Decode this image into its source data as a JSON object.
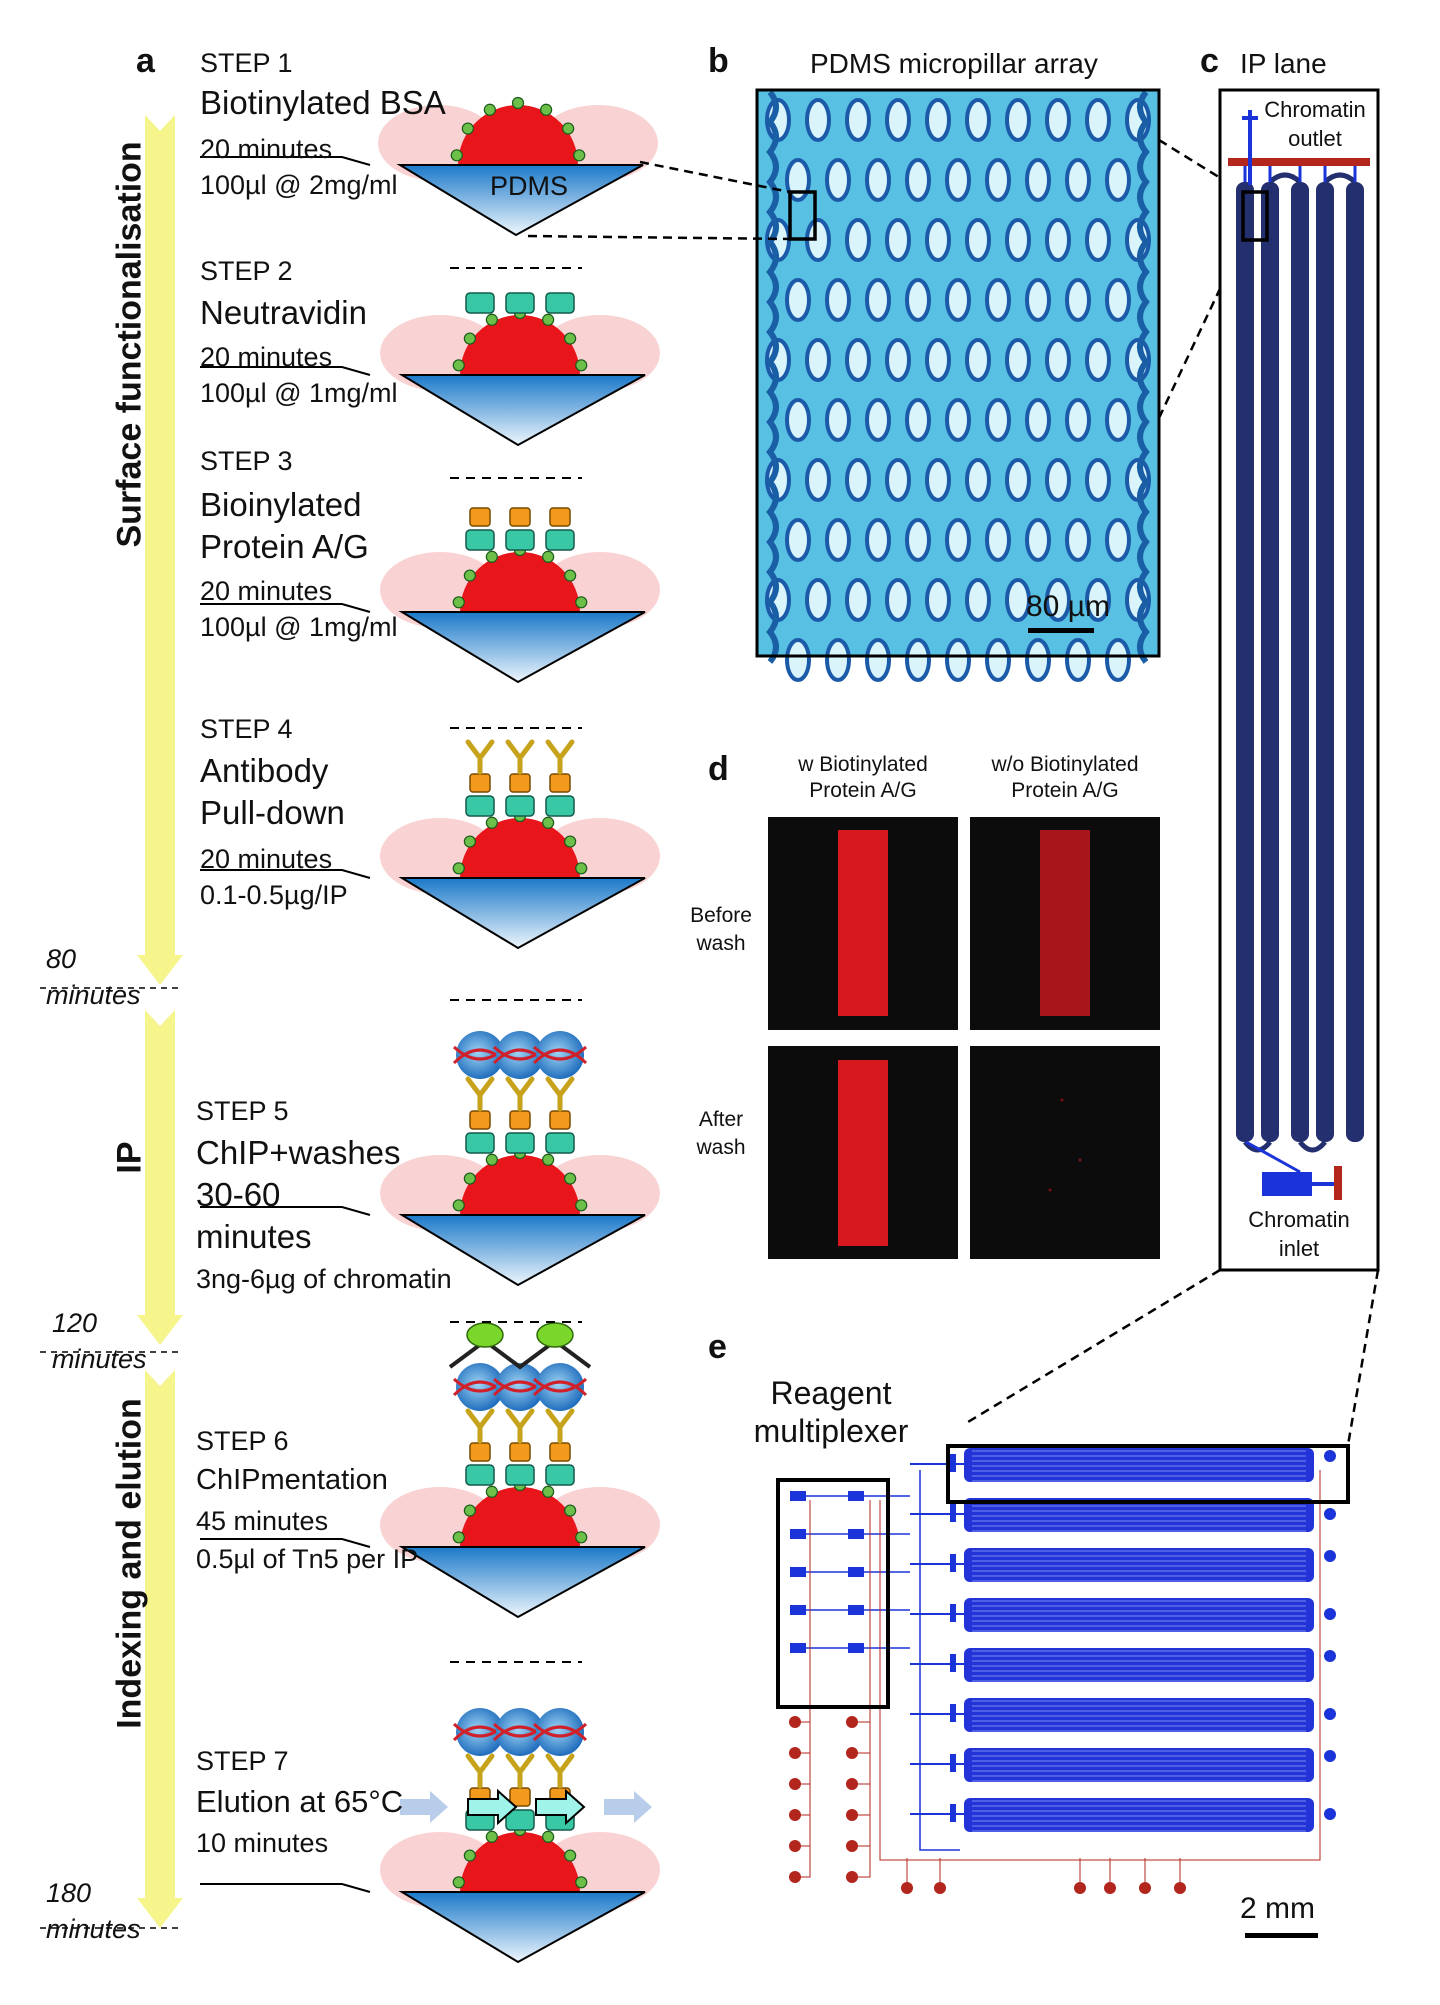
{
  "panels": {
    "a": "a",
    "b": "b",
    "c": "c",
    "d": "d",
    "e": "e"
  },
  "timeline": {
    "phases": [
      "Surface functionalisation",
      "IP",
      "Indexing and elution"
    ],
    "markers": [
      {
        "value": "80",
        "unit": "minutes"
      },
      {
        "value": "120",
        "unit": "minutes"
      },
      {
        "value": "180",
        "unit": "minutes"
      }
    ]
  },
  "steps": [
    {
      "step": "STEP 1",
      "title": [
        "Biotinylated BSA"
      ],
      "details": [
        "20 minutes",
        "100µl @ 2mg/ml"
      ],
      "substrate": "PDMS"
    },
    {
      "step": "STEP 2",
      "title": [
        "Neutravidin"
      ],
      "details": [
        "20 minutes",
        "100µl @ 1mg/ml"
      ]
    },
    {
      "step": "STEP 3",
      "title": [
        "Bioinylated",
        "Protein A/G"
      ],
      "details": [
        "20 minutes",
        "100µl @ 1mg/ml"
      ]
    },
    {
      "step": "STEP 4",
      "title": [
        "Antibody",
        "Pull-down"
      ],
      "details": [
        "20 minutes",
        "0.1-0.5µg/IP"
      ]
    },
    {
      "step": "STEP 5",
      "title": [
        "ChIP+washes",
        "30-60",
        "minutes"
      ],
      "details": [
        "3ng-6µg of chromatin"
      ]
    },
    {
      "step": "STEP 6",
      "title": [
        "ChIPmentation"
      ],
      "details": [
        "45 minutes",
        "0.5µl of Tn5 per IP"
      ]
    },
    {
      "step": "STEP 7",
      "title": [
        "Elution at 65°C"
      ],
      "details": [
        "10 minutes"
      ]
    }
  ],
  "panel_b": {
    "title": "PDMS micropillar array",
    "scale_bar": "80 µm"
  },
  "panel_c": {
    "title": "IP lane",
    "outlet": [
      "Chromatin",
      "outlet"
    ],
    "inlet": [
      "Chromatin",
      "inlet"
    ]
  },
  "panel_d": {
    "columns": [
      [
        "w Biotinylated",
        "Protein A/G"
      ],
      [
        "w/o Biotinylated",
        "Protein A/G"
      ]
    ],
    "rows": [
      [
        "Before",
        "wash"
      ],
      [
        "After",
        "wash"
      ]
    ]
  },
  "panel_e": {
    "title": [
      "Reagent",
      "multiplexer"
    ],
    "scale_bar": "2 mm"
  },
  "colors": {
    "timeline_arrow": "#f5f58c",
    "bead": "#e8161b",
    "pdms_top": "#1c79c9",
    "pdms_bottom": "#e9f3fb",
    "channel_blue": "#1b34d9",
    "control_red": "#b3261e",
    "pillar_bg": "#51bde0",
    "fluorescence": "#d7191f",
    "dark_frame": "#111111"
  }
}
